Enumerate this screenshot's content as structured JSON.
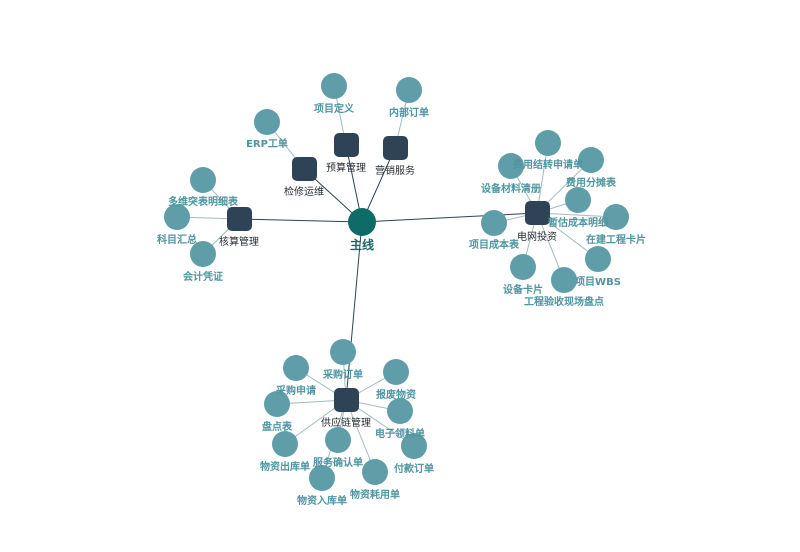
{
  "graph": {
    "root": {
      "id": "main",
      "label": "主线"
    },
    "hubs": [
      {
        "id": "hesuan",
        "label": "核算管理",
        "leaves": [
          "多维突表明细表",
          "科目汇总",
          "会计凭证"
        ]
      },
      {
        "id": "jianxiu",
        "label": "检修运维",
        "leaves": [
          "ERP工单"
        ]
      },
      {
        "id": "yusuan",
        "label": "预算管理",
        "leaves": [
          "项目定义"
        ]
      },
      {
        "id": "yingxiao",
        "label": "营销服务",
        "leaves": [
          "内部订单"
        ]
      },
      {
        "id": "dianwang",
        "label": "电网投资",
        "leaves": [
          "费用结转申请单",
          "费用分摊表",
          "设备材料清册",
          "暂估成本明细",
          "在建工程卡片",
          "项目成本表",
          "项目WBS",
          "设备卡片",
          "工程验收现场盘点"
        ]
      },
      {
        "id": "gongying",
        "label": "供应链管理",
        "leaves": [
          "采购订单",
          "采购申请",
          "报废物资",
          "盘点表",
          "电子领料单",
          "物资出库单",
          "服务确认单",
          "付款订单",
          "物资入库单",
          "物资耗用单"
        ]
      }
    ]
  }
}
